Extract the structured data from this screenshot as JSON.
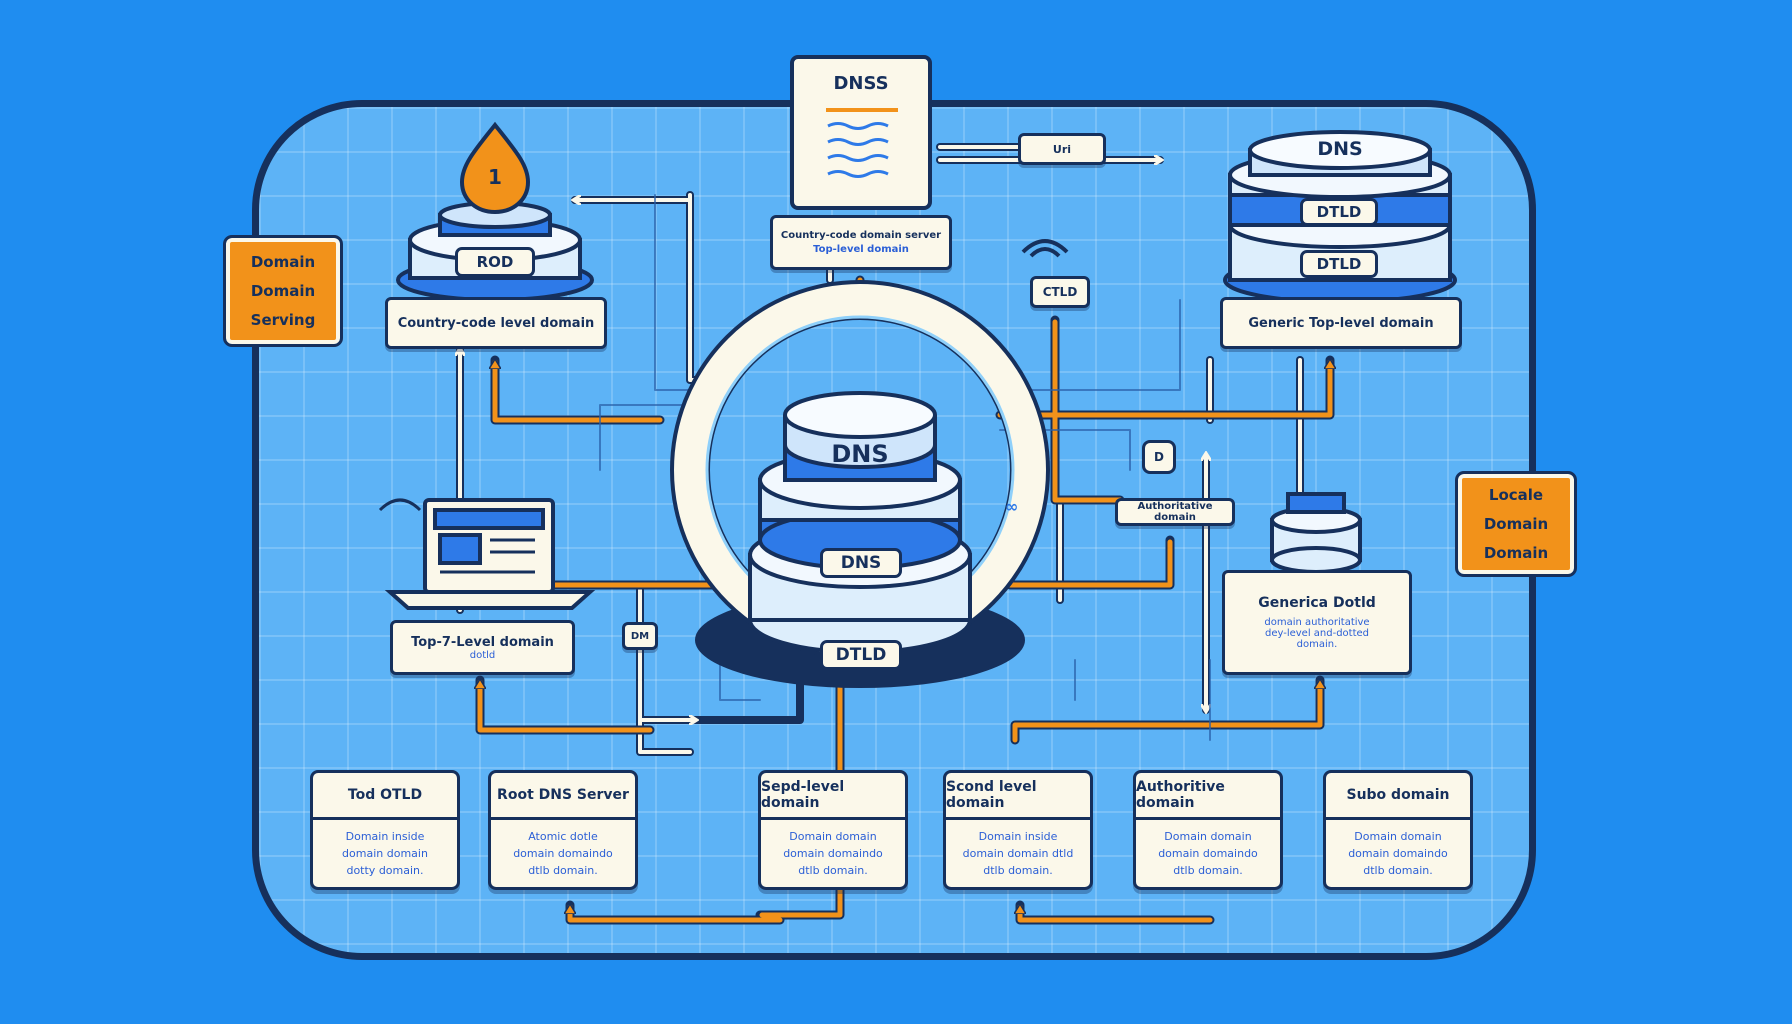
{
  "top_doc": {
    "title": "DNSS",
    "caption_line1": "Country-code domain server",
    "caption_line2": "Top-level domain"
  },
  "uris_tag": "Uri",
  "center": {
    "top_label": "DNS",
    "mid_label": "DNS",
    "bottom_label": "DTLD"
  },
  "root_stack": {
    "drop_number": "1",
    "label": "ROD",
    "caption": "Country-code level domain"
  },
  "gtld_stack": {
    "title": "DNS",
    "tag1": "DTLD",
    "tag2": "DTLD",
    "caption": "Generic Top-level domain"
  },
  "ctld_tag": "CTLD",
  "d_tag": "D",
  "dm_tag": "DM",
  "authoritative_tag": "Authoritative domain",
  "generic_box": {
    "title": "Generica Dotld",
    "body1": "domain authoritative",
    "body2": "dey-level and-dotted",
    "body3": "domain."
  },
  "laptop_caption": {
    "title": "Top-7-Level domain",
    "sub": "dotld"
  },
  "orange_left": [
    "Domain",
    "Domain",
    "Serving"
  ],
  "orange_right": [
    "Locale",
    "Domain",
    "Domain"
  ],
  "cards": [
    {
      "title": "Tod OTLD",
      "lines": [
        "Domain inside",
        "domain domain",
        "dotty domain."
      ]
    },
    {
      "title": "Root DNS Server",
      "lines": [
        "Atomic dotle",
        "domain domaindo",
        "dtlb domain."
      ]
    },
    {
      "title": "Sepd-level domain",
      "lines": [
        "Domain domain",
        "domain domaindo",
        "dtlb domain."
      ]
    },
    {
      "title": "Scond level domain",
      "lines": [
        "Domain inside",
        "domain domain dtld",
        "dtlb domain."
      ]
    },
    {
      "title": "Authoritive domain",
      "lines": [
        "Domain domain",
        "domain domaindo",
        "dtlb domain."
      ]
    },
    {
      "title": "Subo domain",
      "lines": [
        "Domain domain",
        "domain domaindo",
        "dtlb domain."
      ]
    }
  ],
  "colors": {
    "background": "#1f8df0",
    "board": "#5db3f6",
    "outline": "#16305c",
    "accent": "#f2921a",
    "paper": "#fbf8ea",
    "blue": "#2e7ae8"
  }
}
